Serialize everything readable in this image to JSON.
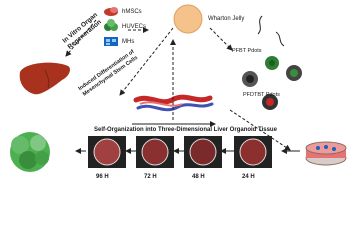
{
  "legend": {
    "hmscs": "hMSCs",
    "huvecs": "HUVECs",
    "mhs": "MHs",
    "wharton": "Wharton Jelly"
  },
  "labels": {
    "in_vitro": "In Vitro Organ",
    "regeneration": "Regeneration",
    "induced_line1": "Induced Differentiation of",
    "induced_line2": "Mesenchymal Stem Cells",
    "pfbt": "PFBT Pdots",
    "pfdtbt": "PFDTBT Pdots",
    "self_org": "Self-Organization into Three-Dimensional Liver Organoid Tissue"
  },
  "timepoints": [
    "96 H",
    "72 H",
    "48 H",
    "24 H"
  ],
  "colors": {
    "hmsc": "#c0392b",
    "huvec": "#2e7d32",
    "mh": "#1565c0",
    "wharton": "#f4c28a",
    "liver": "#a9321f",
    "vessel": "#c62828",
    "organoid_green": "#4caf50",
    "dish": "#e57373"
  }
}
